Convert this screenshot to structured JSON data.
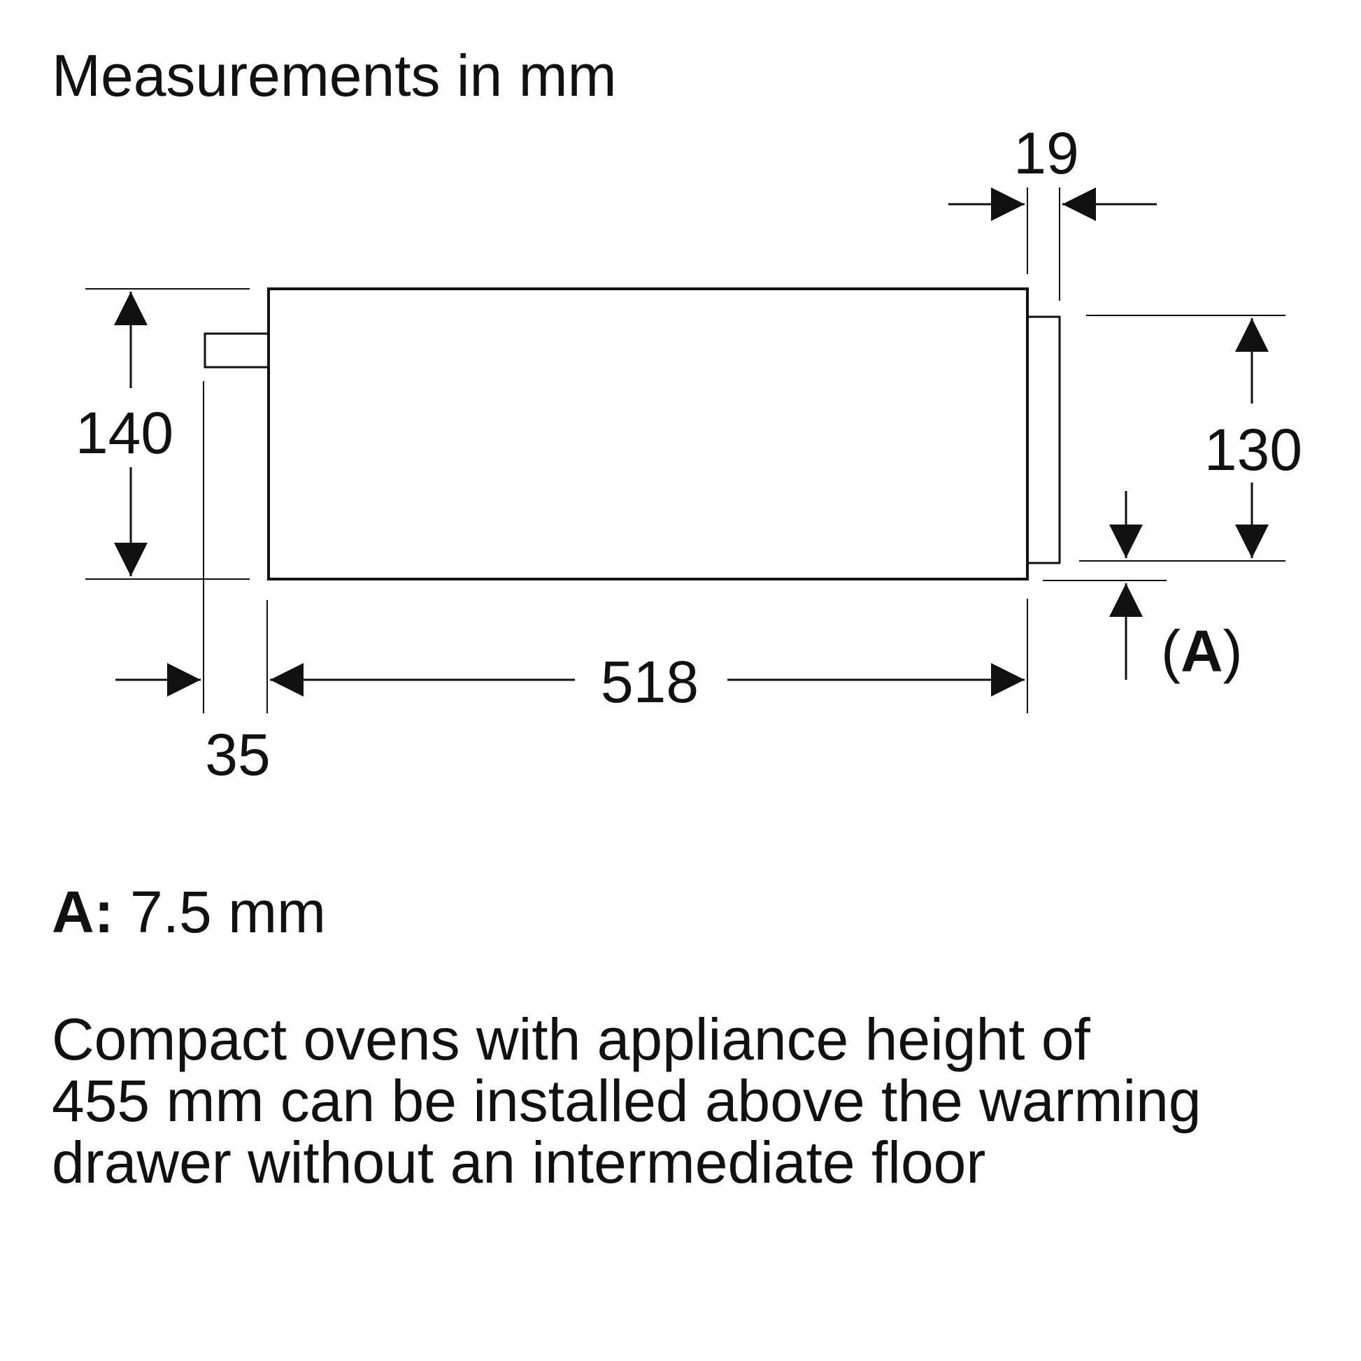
{
  "heading": "Measurements in mm",
  "dimensions": {
    "total_height": "140",
    "front_height": "130",
    "front_thickness": "19",
    "depth": "518",
    "rear_projection": "35",
    "gap_label_open": "(",
    "gap_label_key": "A",
    "gap_label_close": ")"
  },
  "legend": {
    "key": "A:",
    "value": " 7.5 mm"
  },
  "note": {
    "lines": [
      "Compact ovens with appliance height of",
      "455 mm can be installed above the warming",
      "drawer without an intermediate floor"
    ]
  }
}
